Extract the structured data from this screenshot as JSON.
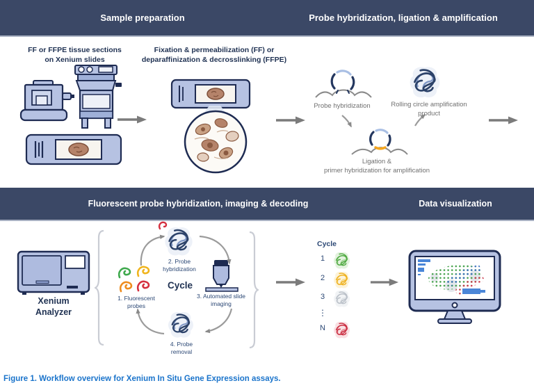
{
  "header_bars": {
    "top": [
      {
        "label": "Sample preparation"
      },
      {
        "label": "Probe hybridization, ligation & amplification"
      }
    ],
    "bottom": [
      {
        "label": "Fluorescent probe hybridization, imaging & decoding"
      },
      {
        "label": "Data visualization"
      }
    ]
  },
  "sample_preparation": {
    "step1_label": "FF or FFPE tissue sections\non Xenium slides",
    "step2_label": "Fixation & permeabilization (FF) or\ndeparaffinization & decrosslinking (FFPE)"
  },
  "amplification": {
    "probe_hybridization_label": "Probe hybridization",
    "rolling_circle_label": "Rolling circle amplification\nproduct",
    "ligation_label": "Ligation &\nprimer hybridization for amplification"
  },
  "imaging": {
    "instrument_label": "Xenium\nAnalyzer",
    "cycle_center_label": "Cycle",
    "steps": [
      {
        "label": "1. Fluorescent\nprobes"
      },
      {
        "label": "2. Probe\nhybridization"
      },
      {
        "label": "3. Automated slide\nimaging"
      },
      {
        "label": "4. Probe\nremoval"
      }
    ],
    "cycle_list": {
      "header": "Cycle",
      "rows": [
        {
          "label": "1",
          "color": "#4ca83f",
          "style": "color:#4ca83f;--lt:#9fd18f;--fill:#e2f2dd"
        },
        {
          "label": "2",
          "color": "#eeb01c",
          "style": "color:#eeb01c;--lt:#f7d67c;--fill:#fdf3d8"
        },
        {
          "label": "3",
          "color": "#b9bfc7",
          "style": "color:#b9bfc7;--lt:#dadee3;--fill:#f1f3f5"
        },
        {
          "label": "⋮",
          "color": ""
        },
        {
          "label": "N",
          "color": "#c92b3f",
          "style": "color:#c92b3f;--lt:#e57f8b;--fill:#f9e0e3"
        }
      ]
    }
  },
  "caption": "Figure 1. Workflow overview for Xenium In Situ Gene Expression assays.",
  "colors": {
    "header_bar": "#3b4866",
    "outline_navy": "#1e2b52",
    "panel_blue": "#b6c2e2",
    "caption_blue": "#1b74cb",
    "arrow_gray": "#7b7b7b",
    "ligation_orange": "#f5a61e",
    "tissue_brown": "#b5836a",
    "dot_green": "#41a048",
    "dot_blue": "#3b6fc0",
    "dot_red": "#c9394a"
  }
}
